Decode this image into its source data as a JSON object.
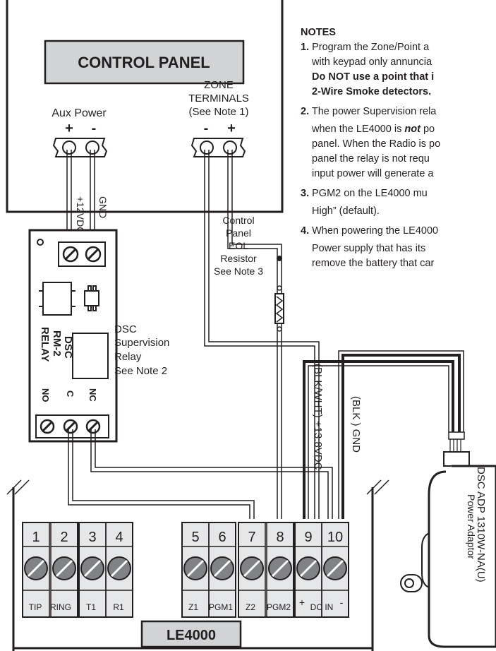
{
  "control_panel": {
    "title": "CONTROL PANEL",
    "aux_power_label": "Aux Power",
    "plus": "+",
    "minus": "-",
    "zone_line1": "ZONE",
    "zone_line2": "TERMINALS",
    "zone_line3": "(See Note 1)"
  },
  "wires": {
    "v12": "+12VDC",
    "gnd": "GND",
    "blkwht": "(BLK/WHT)  +13.8VDC",
    "blk": "(BLK )  GND"
  },
  "eol": {
    "line1": "Control",
    "line2": "Panel",
    "line3": "EOL",
    "line4": "Resistor",
    "line5": "See Note 3"
  },
  "relay": {
    "name_line1": "DSC",
    "name_line2": "RM-2",
    "name_line3": "RELAY",
    "no": "NO",
    "c": "C",
    "nc": "NC",
    "desc_line1": "DSC",
    "desc_line2": "Supervision",
    "desc_line3": "Relay",
    "desc_line4": "See Note 2"
  },
  "adaptor": {
    "line1": "DSC ADP 1310W-NA(U)",
    "line2": "Power Adaptor"
  },
  "le4000": {
    "name": "LE4000",
    "terminals": [
      "1",
      "2",
      "3",
      "4",
      "5",
      "6",
      "7",
      "8",
      "9",
      "10"
    ],
    "labels": [
      "TIP",
      "RING",
      "T1",
      "R1",
      "Z1",
      "PGM1",
      "Z2",
      "PGM2"
    ],
    "plus": "+",
    "dcin": "DC IN",
    "minus": "-"
  },
  "notes": {
    "title": "NOTES",
    "n1_num": "1.",
    "n1_a": " Program the Zone/Point a",
    "n1_b": "with keypad only annuncia",
    "n1_c": "Do NOT use a point that i",
    "n1_d": "2-Wire Smoke detectors.",
    "n2_num": "2.",
    "n2_a": " The power Supervision rela",
    "n2_b1": "when the LE4000 is ",
    "n2_b2": "not",
    "n2_b3": " po",
    "n2_c": "panel. When the Radio is po",
    "n2_d": "panel the relay is not requ",
    "n2_e": "input power will generate a",
    "n3_num": "3.",
    "n3_a": " PGM2 on the LE4000 mu",
    "n3_b": "High” (default).",
    "n4_num": "4.",
    "n4_a": " When powering the LE4000",
    "n4_b": "Power supply that has its",
    "n4_c": "remove the battery that car"
  }
}
